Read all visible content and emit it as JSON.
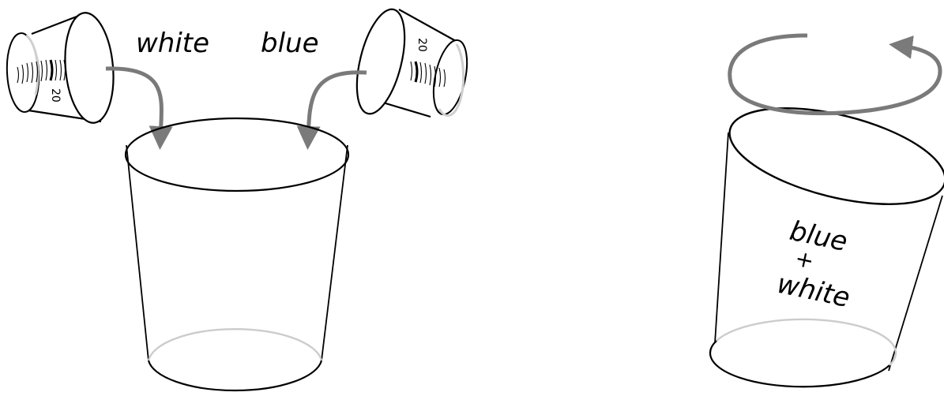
{
  "labels": {
    "left_cup": "white",
    "right_cup": "blue",
    "mix_top": "blue",
    "mix_plus": "+",
    "mix_bottom": "white"
  },
  "measuring_cups": {
    "left_mark": "20",
    "right_mark": "20"
  },
  "colors": {
    "stroke": "#000000",
    "arrow": "#7a7a7a",
    "bottom_rim": "#c8c8c8"
  }
}
